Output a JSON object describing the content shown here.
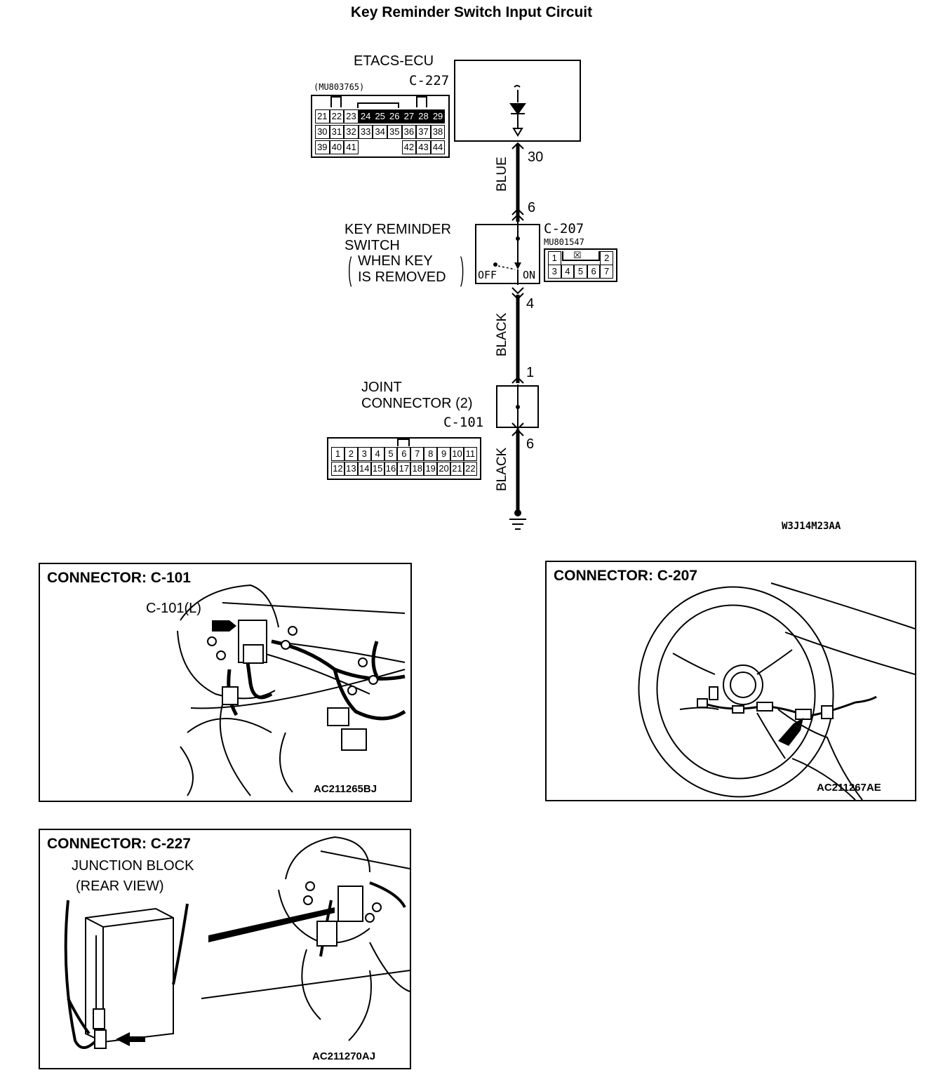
{
  "title": "Key Reminder Switch Input Circuit",
  "etacs": {
    "name": "ETACS-ECU",
    "connector": "C-227",
    "part_number": "(MU803765)",
    "pins_row1": [
      "21",
      "22",
      "23",
      "24",
      "25",
      "26",
      "27",
      "28",
      "29"
    ],
    "pins_row2": [
      "30",
      "31",
      "32",
      "33",
      "34",
      "35",
      "36",
      "37",
      "38"
    ],
    "pins_row3_left": [
      "39",
      "40",
      "41"
    ],
    "pins_row3_right": [
      "42",
      "43",
      "44"
    ]
  },
  "wires": {
    "w1_color": "BLUE",
    "w2_color": "BLACK",
    "w3_color": "BLACK",
    "pin_etacs": "30",
    "pin_switch_top": "6",
    "pin_switch_bottom": "4",
    "pin_joint_top": "1",
    "pin_joint_bottom": "6"
  },
  "switch": {
    "label_line1": "KEY REMINDER",
    "label_line2": "SWITCH",
    "cond_line1": "WHEN KEY",
    "cond_line2": "IS REMOVED",
    "connector": "C-207",
    "part_number": "MU801547",
    "off": "OFF",
    "on": "ON",
    "pins_row1": [
      "1",
      "2"
    ],
    "pins_row2": [
      "3",
      "4",
      "5",
      "6",
      "7"
    ]
  },
  "joint": {
    "label_line1": "JOINT",
    "label_line2": "CONNECTOR (2)",
    "connector": "C-101",
    "pins_row1": [
      "1",
      "2",
      "3",
      "4",
      "5",
      "6",
      "7",
      "8",
      "9",
      "10",
      "11"
    ],
    "pins_row2": [
      "12",
      "13",
      "14",
      "15",
      "16",
      "17",
      "18",
      "19",
      "20",
      "21",
      "22"
    ]
  },
  "diagram_code": "W3J14M23AA",
  "panels": {
    "c101": {
      "title": "CONNECTOR: C-101",
      "callout": "C-101(L)",
      "code": "AC211265BJ"
    },
    "c207": {
      "title": "CONNECTOR: C-207",
      "code": "AC211267AE"
    },
    "c227": {
      "title": "CONNECTOR: C-227",
      "label_line1": "JUNCTION BLOCK",
      "label_line2": "(REAR VIEW)",
      "code": "AC211270AJ"
    }
  }
}
